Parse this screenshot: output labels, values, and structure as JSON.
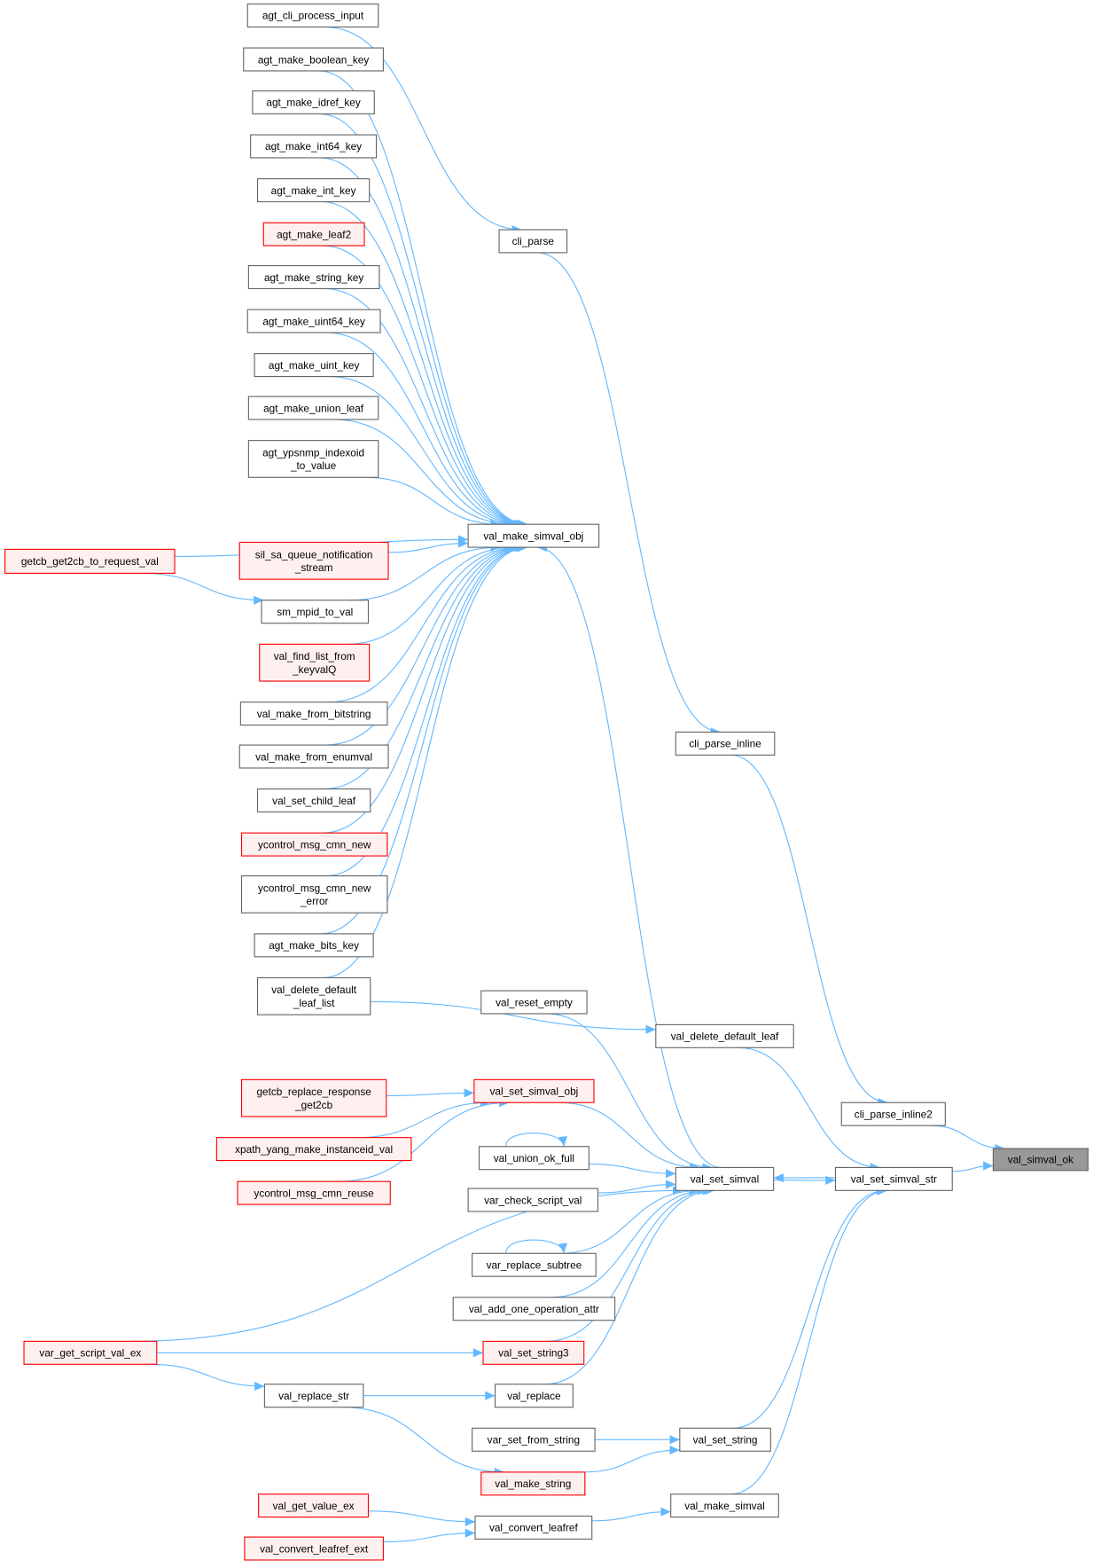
{
  "graph_type": "caller graph",
  "colors": {
    "edge": "#63b8ff",
    "root_fill": "#999999",
    "normal_border": "#666666",
    "incomplete_border": "#ff0000",
    "incomplete_fill": "#fff0f0"
  },
  "root": "val_simval_ok",
  "nodes": [
    {
      "id": "val_simval_ok",
      "label": "val_simval_ok",
      "kind": "root"
    },
    {
      "id": "cli_parse_inline2",
      "label": "cli_parse_inline2",
      "kind": "normal"
    },
    {
      "id": "val_set_simval_str",
      "label": "val_set_simval_str",
      "kind": "normal"
    },
    {
      "id": "cli_parse_inline",
      "label": "cli_parse_inline",
      "kind": "normal"
    },
    {
      "id": "val_delete_default_leaf",
      "label": "val_delete_default_leaf",
      "kind": "normal"
    },
    {
      "id": "val_set_simval",
      "label": "val_set_simval",
      "kind": "normal"
    },
    {
      "id": "val_set_string",
      "label": "val_set_string",
      "kind": "normal"
    },
    {
      "id": "val_make_simval",
      "label": "val_make_simval",
      "kind": "normal"
    },
    {
      "id": "cli_parse",
      "label": "cli_parse",
      "kind": "normal"
    },
    {
      "id": "val_make_simval_obj",
      "label": "val_make_simval_obj",
      "kind": "normal"
    },
    {
      "id": "val_reset_empty",
      "label": "val_reset_empty",
      "kind": "normal"
    },
    {
      "id": "val_set_simval_obj",
      "label": "val_set_simval_obj",
      "kind": "incomplete"
    },
    {
      "id": "val_union_ok_full",
      "label": "val_union_ok_full",
      "kind": "normal"
    },
    {
      "id": "var_check_script_val",
      "label": "var_check_script_val",
      "kind": "normal"
    },
    {
      "id": "var_replace_subtree",
      "label": "var_replace_subtree",
      "kind": "normal"
    },
    {
      "id": "val_add_one_operation_attr",
      "label": "val_add_one_operation_attr",
      "kind": "normal"
    },
    {
      "id": "val_set_string3",
      "label": "val_set_string3",
      "kind": "incomplete"
    },
    {
      "id": "val_replace",
      "label": "val_replace",
      "kind": "normal"
    },
    {
      "id": "var_set_from_string",
      "label": "var_set_from_string",
      "kind": "normal"
    },
    {
      "id": "val_make_string",
      "label": "val_make_string",
      "kind": "incomplete"
    },
    {
      "id": "val_convert_leafref",
      "label": "val_convert_leafref",
      "kind": "normal"
    },
    {
      "id": "agt_cli_process_input",
      "label": "agt_cli_process_input",
      "kind": "normal"
    },
    {
      "id": "agt_make_boolean_key",
      "label": "agt_make_boolean_key",
      "kind": "normal"
    },
    {
      "id": "agt_make_idref_key",
      "label": "agt_make_idref_key",
      "kind": "normal"
    },
    {
      "id": "agt_make_int64_key",
      "label": "agt_make_int64_key",
      "kind": "normal"
    },
    {
      "id": "agt_make_int_key",
      "label": "agt_make_int_key",
      "kind": "normal"
    },
    {
      "id": "agt_make_leaf2",
      "label": "agt_make_leaf2",
      "kind": "incomplete"
    },
    {
      "id": "agt_make_string_key",
      "label": "agt_make_string_key",
      "kind": "normal"
    },
    {
      "id": "agt_make_uint64_key",
      "label": "agt_make_uint64_key",
      "kind": "normal"
    },
    {
      "id": "agt_make_uint_key",
      "label": "agt_make_uint_key",
      "kind": "normal"
    },
    {
      "id": "agt_make_union_leaf",
      "label": "agt_make_union_leaf",
      "kind": "normal"
    },
    {
      "id": "agt_ypsnmp_indexoid_to_value",
      "label": "agt_ypsnmp_indexoid\n_to_value",
      "kind": "normal"
    },
    {
      "id": "sil_sa_queue_notification_stream",
      "label": "sil_sa_queue_notification\n_stream",
      "kind": "incomplete"
    },
    {
      "id": "sm_mpid_to_val",
      "label": "sm_mpid_to_val",
      "kind": "normal"
    },
    {
      "id": "val_find_list_from_keyvalQ",
      "label": "val_find_list_from\n_keyvalQ",
      "kind": "incomplete"
    },
    {
      "id": "val_make_from_bitstring",
      "label": "val_make_from_bitstring",
      "kind": "normal"
    },
    {
      "id": "val_make_from_enumval",
      "label": "val_make_from_enumval",
      "kind": "normal"
    },
    {
      "id": "val_set_child_leaf",
      "label": "val_set_child_leaf",
      "kind": "normal"
    },
    {
      "id": "ycontrol_msg_cmn_new",
      "label": "ycontrol_msg_cmn_new",
      "kind": "incomplete"
    },
    {
      "id": "ycontrol_msg_cmn_new_error",
      "label": "ycontrol_msg_cmn_new\n_error",
      "kind": "normal"
    },
    {
      "id": "agt_make_bits_key",
      "label": "agt_make_bits_key",
      "kind": "normal"
    },
    {
      "id": "val_delete_default_leaf_list",
      "label": "val_delete_default\n_leaf_list",
      "kind": "normal"
    },
    {
      "id": "getcb_replace_response_get2cb",
      "label": "getcb_replace_response\n_get2cb",
      "kind": "incomplete"
    },
    {
      "id": "xpath_yang_make_instanceid_val",
      "label": "xpath_yang_make_instanceid_val",
      "kind": "incomplete"
    },
    {
      "id": "ycontrol_msg_cmn_reuse",
      "label": "ycontrol_msg_cmn_reuse",
      "kind": "incomplete"
    },
    {
      "id": "val_replace_str",
      "label": "val_replace_str",
      "kind": "normal"
    },
    {
      "id": "val_get_value_ex",
      "label": "val_get_value_ex",
      "kind": "incomplete"
    },
    {
      "id": "val_convert_leafref_ext",
      "label": "val_convert_leafref_ext",
      "kind": "incomplete"
    },
    {
      "id": "getcb_get2cb_to_request_val",
      "label": "getcb_get2cb_to_request_val",
      "kind": "incomplete"
    },
    {
      "id": "var_get_script_val_ex",
      "label": "var_get_script_val_ex",
      "kind": "incomplete"
    }
  ],
  "edges": [
    {
      "to": "val_simval_ok",
      "from": "cli_parse_inline2"
    },
    {
      "to": "val_simval_ok",
      "from": "val_set_simval_str"
    },
    {
      "to": "cli_parse_inline2",
      "from": "cli_parse_inline"
    },
    {
      "to": "cli_parse_inline",
      "from": "cli_parse"
    },
    {
      "to": "cli_parse",
      "from": "agt_cli_process_input"
    },
    {
      "to": "val_set_simval_str",
      "from": "val_set_simval"
    },
    {
      "to": "val_set_simval_str",
      "from": "val_delete_default_leaf"
    },
    {
      "to": "val_set_simval_str",
      "from": "val_set_string"
    },
    {
      "to": "val_set_simval_str",
      "from": "val_make_simval"
    },
    {
      "to": "val_set_simval",
      "from": "val_set_simval_str"
    },
    {
      "to": "val_set_simval",
      "from": "val_reset_empty"
    },
    {
      "to": "val_set_simval",
      "from": "val_set_simval_obj"
    },
    {
      "to": "val_set_simval",
      "from": "val_union_ok_full"
    },
    {
      "to": "val_set_simval",
      "from": "var_check_script_val"
    },
    {
      "to": "val_set_simval",
      "from": "var_replace_subtree"
    },
    {
      "to": "val_set_simval",
      "from": "val_add_one_operation_attr"
    },
    {
      "to": "val_set_simval",
      "from": "val_set_string3"
    },
    {
      "to": "val_set_simval",
      "from": "val_replace"
    },
    {
      "to": "val_set_simval",
      "from": "var_get_script_val_ex"
    },
    {
      "to": "val_make_simval_obj",
      "from": "val_set_simval"
    },
    {
      "to": "val_make_simval_obj",
      "from": "agt_make_boolean_key"
    },
    {
      "to": "val_make_simval_obj",
      "from": "agt_make_idref_key"
    },
    {
      "to": "val_make_simval_obj",
      "from": "agt_make_int64_key"
    },
    {
      "to": "val_make_simval_obj",
      "from": "agt_make_int_key"
    },
    {
      "to": "val_make_simval_obj",
      "from": "agt_make_leaf2"
    },
    {
      "to": "val_make_simval_obj",
      "from": "agt_make_string_key"
    },
    {
      "to": "val_make_simval_obj",
      "from": "agt_make_uint64_key"
    },
    {
      "to": "val_make_simval_obj",
      "from": "agt_make_uint_key"
    },
    {
      "to": "val_make_simval_obj",
      "from": "agt_make_union_leaf"
    },
    {
      "to": "val_make_simval_obj",
      "from": "agt_ypsnmp_indexoid_to_value"
    },
    {
      "to": "val_make_simval_obj",
      "from": "getcb_get2cb_to_request_val"
    },
    {
      "to": "val_make_simval_obj",
      "from": "sil_sa_queue_notification_stream"
    },
    {
      "to": "val_make_simval_obj",
      "from": "sm_mpid_to_val"
    },
    {
      "to": "val_make_simval_obj",
      "from": "val_find_list_from_keyvalQ"
    },
    {
      "to": "val_make_simval_obj",
      "from": "val_make_from_bitstring"
    },
    {
      "to": "val_make_simval_obj",
      "from": "val_make_from_enumval"
    },
    {
      "to": "val_make_simval_obj",
      "from": "val_set_child_leaf"
    },
    {
      "to": "val_make_simval_obj",
      "from": "ycontrol_msg_cmn_new"
    },
    {
      "to": "val_make_simval_obj",
      "from": "ycontrol_msg_cmn_new_error"
    },
    {
      "to": "val_make_simval_obj",
      "from": "agt_make_bits_key"
    },
    {
      "to": "val_make_simval_obj",
      "from": "val_delete_default_leaf_list"
    },
    {
      "to": "sm_mpid_to_val",
      "from": "getcb_get2cb_to_request_val"
    },
    {
      "to": "val_delete_default_leaf",
      "from": "val_delete_default_leaf_list"
    },
    {
      "to": "val_set_simval_obj",
      "from": "getcb_replace_response_get2cb"
    },
    {
      "to": "val_set_simval_obj",
      "from": "xpath_yang_make_instanceid_val"
    },
    {
      "to": "val_set_simval_obj",
      "from": "ycontrol_msg_cmn_reuse"
    },
    {
      "to": "val_union_ok_full",
      "from": "val_union_ok_full"
    },
    {
      "to": "var_replace_subtree",
      "from": "var_replace_subtree"
    },
    {
      "to": "val_set_string3",
      "from": "var_get_script_val_ex"
    },
    {
      "to": "val_replace_str",
      "from": "var_get_script_val_ex"
    },
    {
      "to": "val_replace",
      "from": "val_replace_str"
    },
    {
      "to": "val_make_string",
      "from": "val_replace_str"
    },
    {
      "to": "val_set_string",
      "from": "var_set_from_string"
    },
    {
      "to": "val_set_string",
      "from": "val_make_string"
    },
    {
      "to": "val_make_simval",
      "from": "val_convert_leafref"
    },
    {
      "to": "val_convert_leafref",
      "from": "val_get_value_ex"
    },
    {
      "to": "val_convert_leafref",
      "from": "val_convert_leafref_ext"
    }
  ]
}
